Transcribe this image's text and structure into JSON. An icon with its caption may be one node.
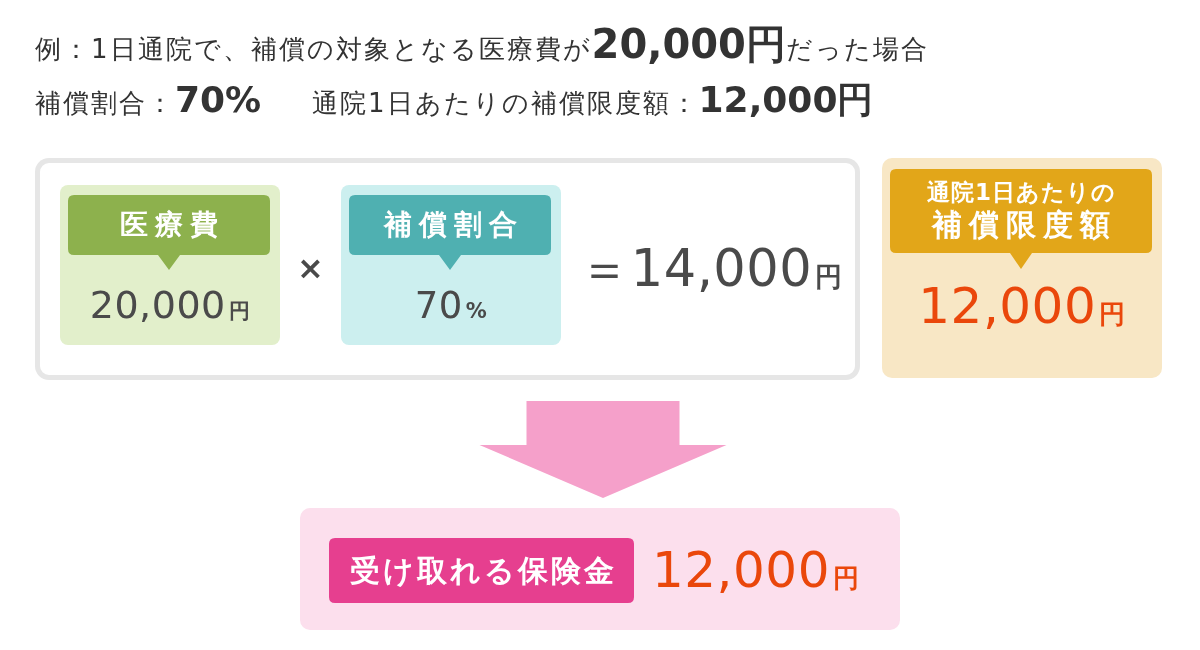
{
  "diagram": {
    "nodes": [
      {
        "text": [
          "＝14,000円"
        ]
      },
      {
        "text": [
          "20,000円"
        ],
        "in": 0
      },
      {
        "text": [
          "医療費"
        ],
        "in": 1
      },
      {
        "text": [
          "70%"
        ],
        "in": 0
      },
      {
        "text": [
          "補償割合"
        ],
        "in": 3
      },
      {
        "text": [
          "12,000円"
        ]
      },
      {
        "text": [
          "通院1日あたりの",
          "補償限度額"
        ],
        "in": 5
      },
      {
        "text": [
          "12,000円"
        ]
      },
      {
        "text": [
          "受け取れる保険金"
        ],
        "in": 7
      }
    ],
    "edges": [
      {
        "from": 0,
        "to": 7,
        "arrow": "to",
        "style": "thick",
        "color": "#f5a0ca"
      }
    ],
    "labels": [
      "例：1日通院で、補償の対象となる医療費が**20,000円**だった場合",
      "補償割合：**70%**",
      "通院1日あたりの補償限度額：**12,000円**",
      "×"
    ]
  }
}
